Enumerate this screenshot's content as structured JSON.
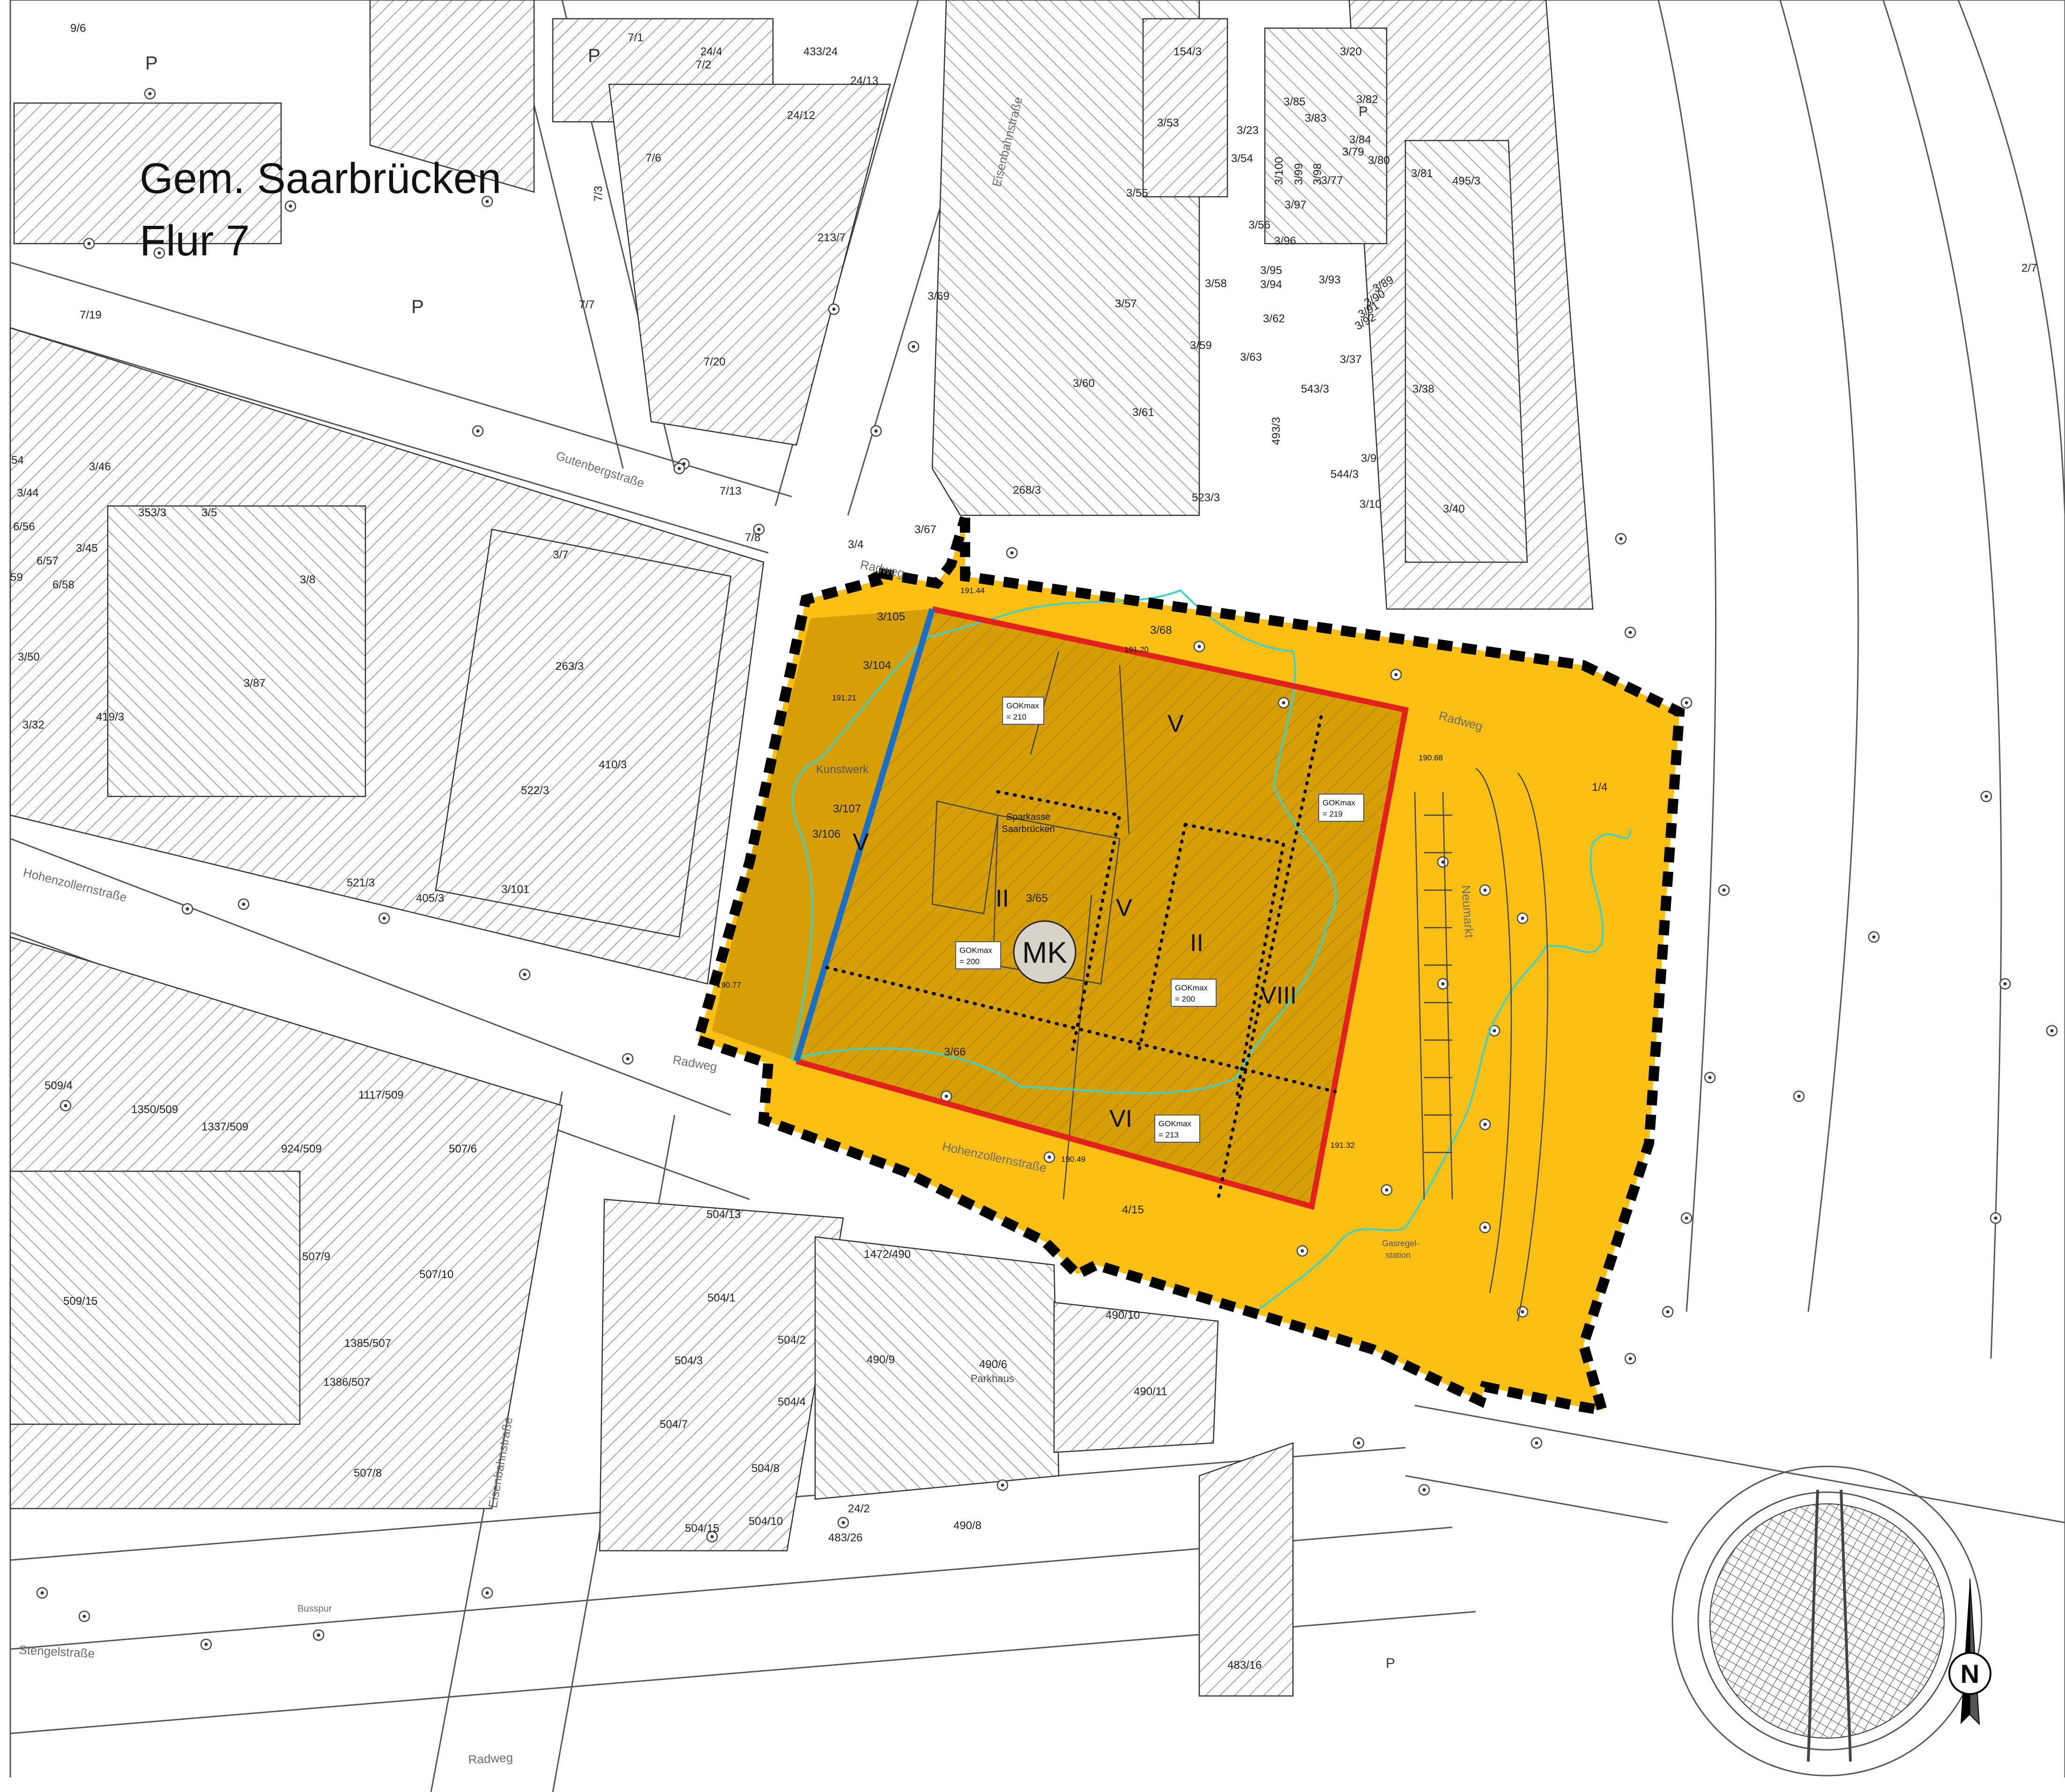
{
  "title": {
    "line1": "Gem. Saarbrücken",
    "line2": "Flur 7"
  },
  "streets": {
    "eisenbahn_north": "Eisenbahnstraße",
    "gutenberg": "Gutenbergstraße",
    "hohenzollern_west": "Hohenzollernstraße",
    "hohenzollern_plan": "Hohenzollernstraße",
    "eisenbahn_south": "Eisenbahnstraße",
    "stengel": "Stengelstraße",
    "neumarkt": "Neumarkt",
    "radweg_1": "Radweg",
    "radweg_2": "Radweg",
    "radweg_3": "Radweg",
    "radweg_4": "Radweg",
    "busspur": "Busspur"
  },
  "parcels": {
    "p9_6": "9/6",
    "p7_1": "7/1",
    "p24_4": "24/4",
    "p7_2": "7/2",
    "p433_24": "433/24",
    "p24_13": "24/13",
    "p154_3": "154/3",
    "p3_20": "3/20",
    "p3_85": "3/85",
    "p3_82": "3/82",
    "p3_83": "3/83",
    "p3_23": "3/23",
    "p3_84": "3/84",
    "p3_79": "3/79",
    "p3_80": "3/80",
    "p3_54": "3/54",
    "p3_100": "3/100",
    "p3_99": "3/99",
    "p3_98": "3/98",
    "p3_77": "3/77",
    "p3_81": "3/81",
    "p495_3": "495/3",
    "p24_12": "24/12",
    "p3_53": "3/53",
    "p7_6": "7/6",
    "p7_3": "7/3",
    "p3_55": "3/55",
    "p3_97": "3/97",
    "p213_7": "213/7",
    "p3_56": "3/56",
    "p3_96": "3/96",
    "p3_95": "3/95",
    "p3_94": "3/94",
    "p3_58": "3/58",
    "p3_93": "3/93",
    "p3_89": "3/89",
    "p3_90": "3/90",
    "p3_91": "3/91",
    "p3_92": "3/92",
    "p7_19": "7/19",
    "p7_7": "7/7",
    "p3_69": "3/69",
    "p3_57": "3/57",
    "p3_62": "3/62",
    "p2_7": "2/7",
    "p3_59": "3/59",
    "p3_63": "3/63",
    "p3_37": "3/37",
    "p7_20": "7/20",
    "p3_60": "3/60",
    "p543_3": "543/3",
    "p3_38": "3/38",
    "p3_61": "3/61",
    "p493_3": "493/3",
    "p54": "54",
    "p3_46": "3/46",
    "p544_3": "544/3",
    "p3_9": "3/9",
    "p3_44": "3/44",
    "p268_3": "268/3",
    "p523_3": "523/3",
    "p3_10": "3/10",
    "p3_40": "3/40",
    "p7_13": "7/13",
    "p353_3": "353/3",
    "p3_5": "3/5",
    "p6_56": "6/56",
    "p3_45": "3/45",
    "p7_8": "7/8",
    "p3_4": "3/4",
    "p3_67": "3/67",
    "p6_57": "6/57",
    "p3_7": "3/7",
    "p59": "59",
    "p6_58": "6/58",
    "p3_8": "3/8",
    "p3_105": "3/105",
    "p3_68": "3/68",
    "p3_50": "3/50",
    "p3_87": "3/87",
    "p263_3": "263/3",
    "p3_104": "3/104",
    "p3_32": "3/32",
    "p419_3": "419/3",
    "p410_3": "410/3",
    "p1_4": "1/4",
    "p522_3": "522/3",
    "p3_107": "3/107",
    "p3_106": "3/106",
    "p521_3": "521/3",
    "p405_3": "405/3",
    "p3_101": "3/101",
    "p3_65": "3/65",
    "p3_66": "3/66",
    "p509_4": "509/4",
    "p1117_509": "1117/509",
    "p1350_509": "1350/509",
    "p1337_509": "1337/509",
    "p507_6": "507/6",
    "p924_509": "924/509",
    "p504_13": "504/13",
    "p4_15": "4/15",
    "p1472_490": "1472/490",
    "p507_9": "507/9",
    "p507_10": "507/10",
    "p490_10": "490/10",
    "p509_15": "509/15",
    "p504_1": "504/1",
    "p1385_507": "1385/507",
    "p504_2": "504/2",
    "p490_9": "490/9",
    "p490_6": "490/6",
    "p504_3": "504/3",
    "p1386_507": "1386/507",
    "p490_11": "490/11",
    "p504_4": "504/4",
    "p504_7": "504/7",
    "p507_8": "507/8",
    "p504_8": "504/8",
    "p24_2": "24/2",
    "p504_15": "504/15",
    "p504_10": "504/10",
    "p483_26": "483/26",
    "p490_8": "490/8",
    "p483_16": "483/16"
  },
  "plan": {
    "zone": "MK",
    "floors": {
      "v_west": "V",
      "v_north": "V",
      "v_center": "V",
      "ii_west": "II",
      "ii_east": "II",
      "viii": "VIII",
      "vi": "VI"
    },
    "gok": {
      "g210": {
        "label": "GOKmax",
        "value": "= 210"
      },
      "g219": {
        "label": "GOKmax",
        "value": "= 219"
      },
      "g200a": {
        "label": "GOKmax",
        "value": "= 200"
      },
      "g200b": {
        "label": "GOKmax",
        "value": "= 200"
      },
      "g213": {
        "label": "GOKmax",
        "value": "= 213"
      }
    },
    "elevations": {
      "e191_44": "191.44",
      "e191_20": "191.20",
      "e191_21": "191.21",
      "e190_68": "190.68",
      "e190_77": "190.77",
      "e190_49": "190.49",
      "e191_32": "191.32"
    },
    "building_name": {
      "line1": "Sparkasse",
      "line2": "Saarbrücken"
    },
    "kunstwerk": "Kunstwerk",
    "gasregel": {
      "line1": "Gasregel-",
      "line2": "station"
    },
    "parkhaus": "Parkhaus"
  },
  "parking_letter": "P",
  "compass": "N",
  "colors": {
    "plan_area": "#FBBA00",
    "building_area": "#D9A000",
    "boundary_red": "#E2211C",
    "boundary_blue": "#1A6FC4",
    "tree_line": "#3FD2C8"
  }
}
